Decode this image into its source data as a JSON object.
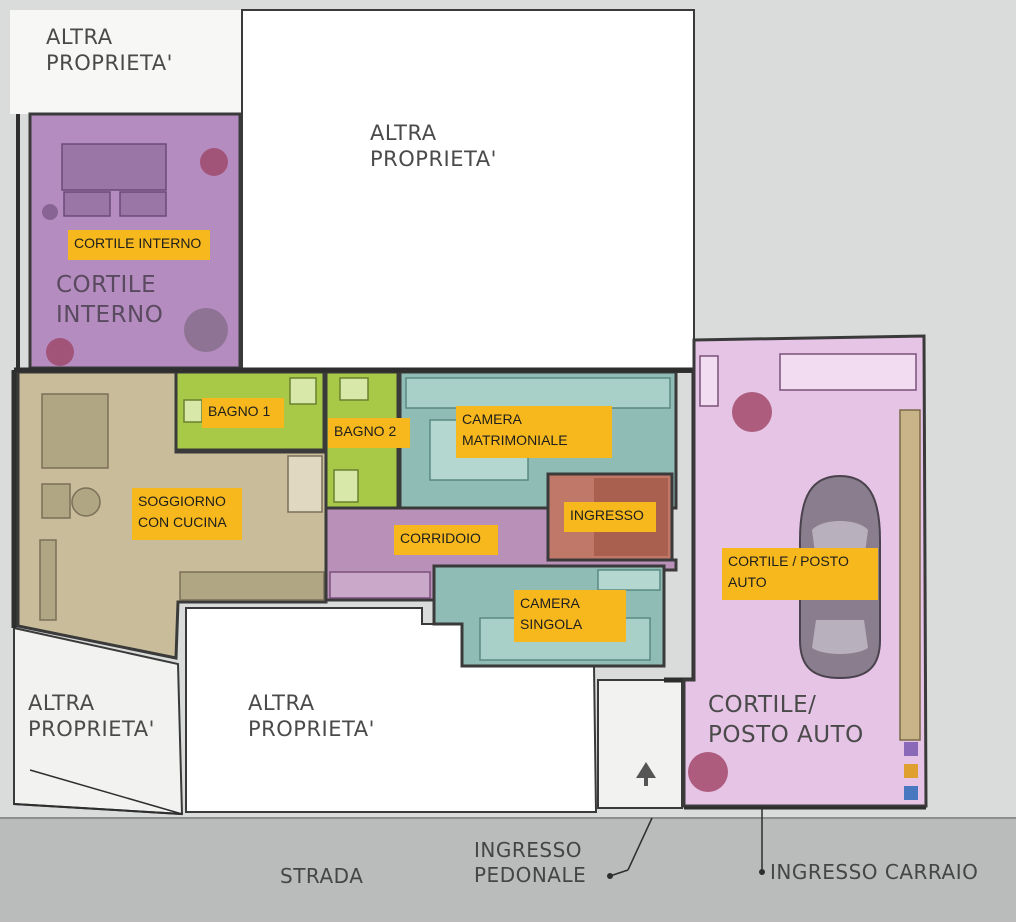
{
  "plan": {
    "labels": {
      "altra_top_left": "ALTRA\nPROPRIETA'",
      "altra_top_center": "ALTRA\nPROPRIETA'",
      "altra_bottom_left": "ALTRA\nPROPRIETA'",
      "altra_bottom_center": "ALTRA\nPROPRIETA'",
      "cortile_interno_plan": "CORTILE\nINTERNO",
      "cortile_posto_auto_plan": "CORTILE/\nPOSTO AUTO",
      "strada": "STRADA",
      "ingresso_pedonale": "INGRESSO\nPEDONALE",
      "ingresso_carraio": "INGRESSO CARRAIO"
    },
    "rooms": {
      "cortile_interno": "CORTILE INTERNO",
      "bagno_1": "BAGNO 1",
      "bagno_2": "BAGNO 2",
      "camera_matrimoniale": "CAMERA\nMATRIMONIALE",
      "soggiorno": "SOGGIORNO\nCON CUCINA",
      "ingresso": "INGRESSO",
      "corridoio": "CORRIDOIO",
      "camera_singola": "CAMERA\nSINGOLA",
      "cortile_posto_auto": "CORTILE / POSTO\nAUTO"
    }
  },
  "colors": {
    "tag": "#f6b81c",
    "cortile": "#b58cc0",
    "bagno": "#a8c848",
    "camera": "#8fbcb4",
    "soggiorno": "#c8bc9a",
    "corridoio": "#b890b8",
    "ingresso": "#c07868",
    "parking": "#e6c4e6"
  }
}
